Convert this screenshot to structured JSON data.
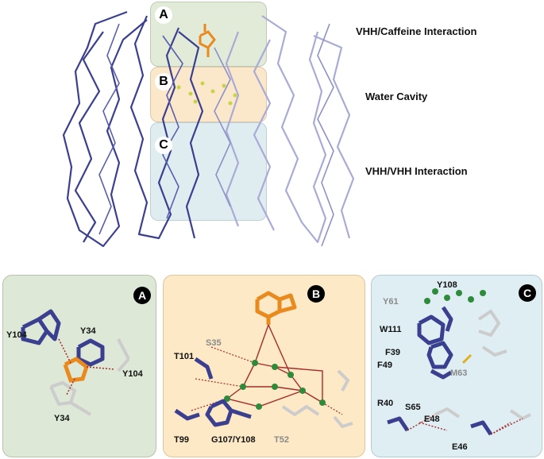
{
  "top": {
    "regions": [
      {
        "letter": "A",
        "label": "VHH/Caffeine Interaction"
      },
      {
        "letter": "B",
        "label": "Water Cavity"
      },
      {
        "letter": "C",
        "label": "VHH/VHH Interaction"
      }
    ]
  },
  "panels": [
    {
      "letter": "A",
      "color": "#dde8d6",
      "labels": [
        "Y104",
        "Y34",
        "Y104",
        "Y34"
      ]
    },
    {
      "letter": "B",
      "color": "#fde9c6",
      "labels": [
        "S35",
        "T101",
        "T99",
        "G107/Y108",
        "T52"
      ]
    },
    {
      "letter": "C",
      "color": "#deeef2",
      "labels": [
        "Y108",
        "Y61",
        "W111",
        "F39",
        "F49",
        "M63",
        "R40",
        "S65",
        "E48",
        "E46"
      ]
    }
  ],
  "colors": {
    "chain_dark": "#3b3f8f",
    "chain_light": "#a9abd6",
    "caffeine": "#e98a1f",
    "water": "#2e8b3a",
    "hbond": "#a52a2a"
  }
}
